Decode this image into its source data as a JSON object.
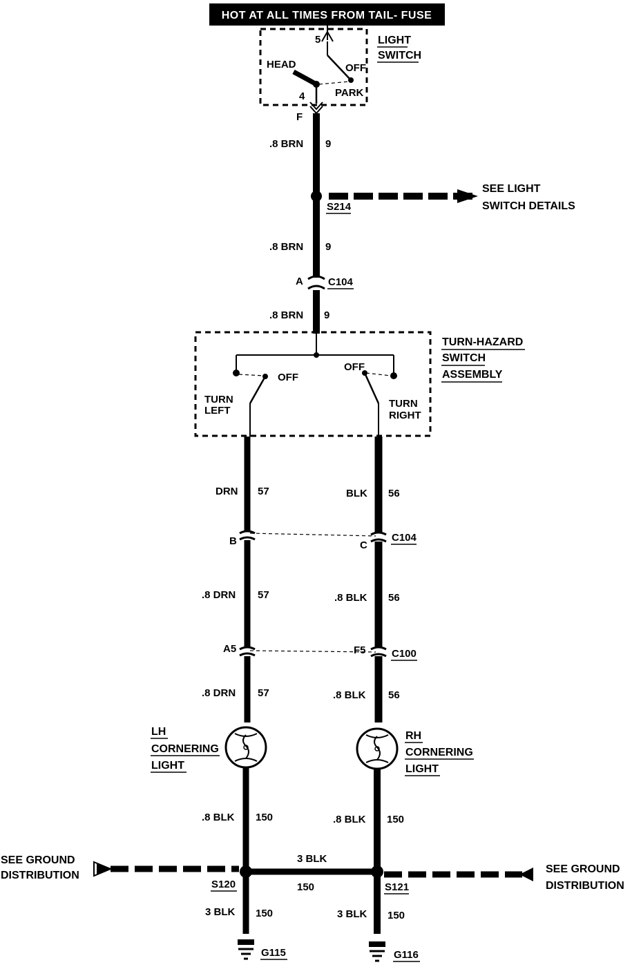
{
  "header": {
    "power_source": "HOT AT ALL TIMES FROM TAIL- FUSE"
  },
  "light_switch": {
    "title_line1": "LIGHT",
    "title_line2": "SWITCH",
    "pos_head": "HEAD",
    "pos_off": "OFF",
    "pos_park": "PARK",
    "term_top": "5",
    "term_bottom": "4",
    "term_out": "F"
  },
  "wires": {
    "w1": {
      "gauge_color": ".8 BRN",
      "circuit": "9"
    },
    "w2": {
      "gauge_color": ".8 BRN",
      "circuit": "9"
    },
    "w3": {
      "gauge_color": ".8 BRN",
      "circuit": "9"
    },
    "lh1": {
      "gauge_color": "DRN",
      "circuit": "57"
    },
    "rh1": {
      "gauge_color": "BLK",
      "circuit": "56"
    },
    "lh2": {
      "gauge_color": ".8 DRN",
      "circuit": "57"
    },
    "rh2": {
      "gauge_color": ".8 BLK",
      "circuit": "56"
    },
    "lh3": {
      "gauge_color": ".8 DRN",
      "circuit": "57"
    },
    "rh3": {
      "gauge_color": ".8 BLK",
      "circuit": "56"
    },
    "lh4": {
      "gauge_color": ".8 BLK",
      "circuit": "150"
    },
    "rh4": {
      "gauge_color": ".8 BLK",
      "circuit": "150"
    },
    "mid_top": {
      "gauge_color": "3 BLK"
    },
    "mid_bottom": {
      "circuit": "150"
    },
    "lh5": {
      "gauge_color": "3 BLK",
      "circuit": "150"
    },
    "rh5": {
      "gauge_color": "3 BLK",
      "circuit": "150"
    }
  },
  "splices": {
    "s214": "S214",
    "s120": "S120",
    "s121": "S121"
  },
  "connectors": {
    "c104_top": {
      "name": "C104",
      "pin": "A"
    },
    "c104_bottom": {
      "name": "C104",
      "pin_left": "B",
      "pin_right": "C"
    },
    "c100": {
      "name": "C100",
      "pin_left": "A5",
      "pin_right": "F5"
    }
  },
  "see_light_switch": {
    "line1": "SEE LIGHT",
    "line2": "SWITCH DETAILS"
  },
  "turn_hazard": {
    "title_line1": "TURN-HAZARD",
    "title_line2": "SWITCH",
    "title_line3": "ASSEMBLY",
    "off_left": "OFF",
    "off_right": "OFF",
    "turn_left_line1": "TURN",
    "turn_left_line2": "LEFT",
    "turn_right_line1": "TURN",
    "turn_right_line2": "RIGHT"
  },
  "lh_light": {
    "line1": "LH",
    "line2": "CORNERING",
    "line3": "LIGHT"
  },
  "rh_light": {
    "line1": "RH",
    "line2": "CORNERING",
    "line3": "LIGHT"
  },
  "ground_left": {
    "line1": "SEE GROUND",
    "line2": "DISTRIBUTION"
  },
  "ground_right": {
    "line1": "SEE GROUND",
    "line2": "DISTRIBUTION"
  },
  "grounds": {
    "g115": "G115",
    "g116": "G116"
  }
}
